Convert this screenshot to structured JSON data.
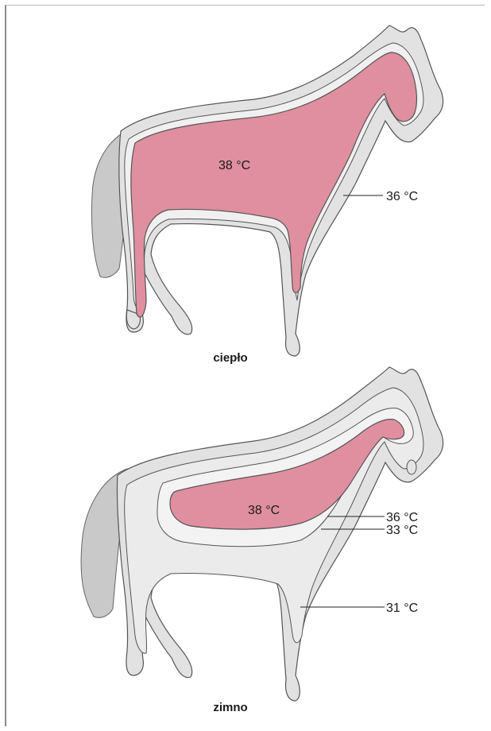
{
  "diagram": {
    "colors": {
      "core": "#df8fa0",
      "outer_shell": "#e2e2e2",
      "mid_layer": "#ececec",
      "tail": "#c9c9c9",
      "outline": "#555555"
    },
    "panels": [
      {
        "caption": "ciepło",
        "labels": {
          "core": "38 °C",
          "shell_1": "36 °C"
        }
      },
      {
        "caption": "zimno",
        "labels": {
          "core": "38 °C",
          "shell_1": "36 °C",
          "shell_2": "33 °C",
          "shell_3": "31 °C"
        }
      }
    ]
  }
}
